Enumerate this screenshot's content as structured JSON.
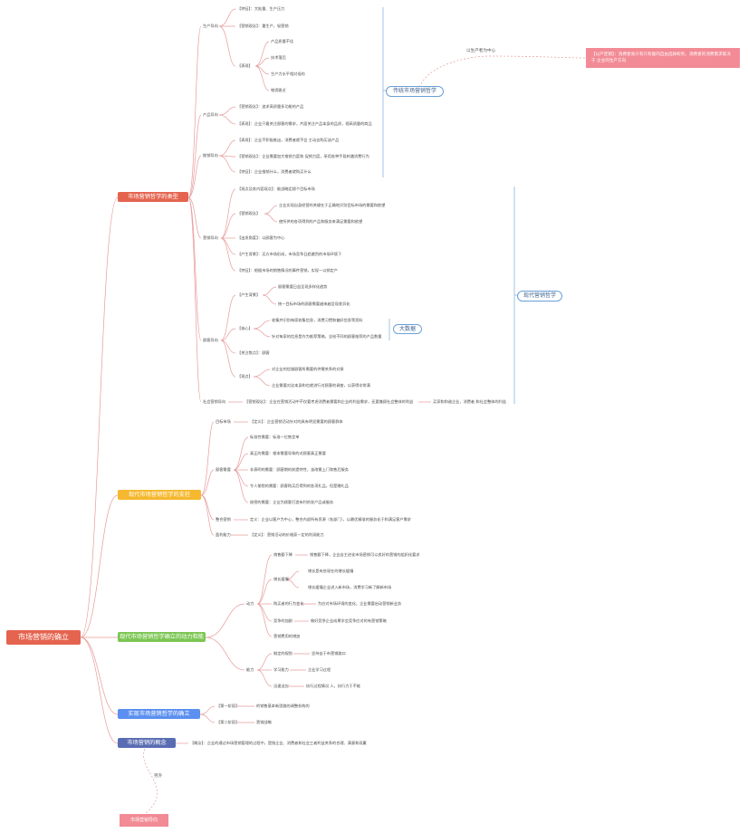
{
  "root": "市场营销的确立",
  "branches": {
    "b1": "市场营销哲学的类型",
    "b2": "现代市场营销哲学的支柱",
    "b3": "现代市场营销哲学确立的动力和能力",
    "b4": "实现市场营销哲学的确立",
    "b5": "市场营销的概念"
  },
  "traditional": {
    "label": "传统市场营销哲学",
    "producer_center": "以生产者为中心",
    "callout": "【以产定销】：消费者易只有只有能的自由选择权利，消费者的消费需求取决于 企业的生产方向",
    "production": {
      "label": "生产导向",
      "items": [
        "【特征】：大批量、生产压力",
        "【营销观念】：重生产，轻营销",
        "【表现】"
      ],
      "sub": [
        "产品质量不佳",
        "技术落后",
        "生产力水平相对低的",
        "物资匮乏"
      ]
    },
    "product": {
      "label": "产品导向",
      "items": [
        "【营销观念】：追求高质量多功能的产品",
        "【表现】：企业只看关注顾客的需求，片面关注产品本身的品质，视高质量的商品"
      ]
    },
    "selling": {
      "label": "推销导向",
      "items": [
        "【表现】：企业不积极推出，消费者就不会 主动去购买该产品",
        "【营销观念】：企业需要加大推销力度和 促销力度，采用各种手段刺激消费行为",
        "【特征】：企业推销什么，消费者就购买什么"
      ]
    }
  },
  "modern": {
    "label": "现代营销哲学",
    "big_data": "大数据",
    "marketing": {
      "label": "营销导向",
      "items": [
        "【观点及其内容观点】：能战略定顾个目标市场",
        "【营销观念】",
        "【出发角度】：以顾客为中心",
        "【产生背景】：买方市场形成，市场竞争日趋激烈的市场环境下",
        "【特征】：根据市场的销售情况的事件营销，实现一以销定产"
      ],
      "sub": [
        "企业实现自身经营的关键在于正确地识别目标市场的需要和欲望",
        "使所供的各项得到的产品和服务来满足需要和欲望"
      ]
    },
    "customer": {
      "label": "顾客导向",
      "items": [
        "【产生背景】",
        "【核心】",
        "【关注焦点】：顾客",
        "【观点】"
      ],
      "sub1": [
        "顾客需要日益呈现多样化趋势",
        "统一目标市场的顾客需要越来越呈现差异化"
      ],
      "sub2": [
        "收集并识别每家收集信息，消费习惯和偏好信息等资料",
        "针对每家的信息是作为推荐策略，全给不同的顾客推荐的产品数量"
      ],
      "sub3": [
        "对企业的信服顾客所需要的供需关系的对接",
        "企业需要对这本身和也就进行对顾客的调查，以获得非常满"
      ]
    },
    "social": {
      "label": "社会营销导向",
      "item": "【营销观念】：企业在营销活动中不仅要考虑消费者需要和企业的利益需求，还要兼顾社会整体的利益",
      "tail": "买家和和谐企业，消费者 和社会整体的利益"
    }
  },
  "pillars": {
    "target": {
      "label": "目标市场",
      "item": "【定义】：企业营销活动针对的具有明显需要的顾客群体"
    },
    "needs": {
      "label": "顾客需要",
      "items": [
        "标准性需要：标准一位售定单",
        "真正的需要：根本需要导致的对顾客真正需要",
        "非表明的需要：顾客期的前提特性，该改需上门和售后服务",
        "令人愉悦的需要：顾客购买后得到的各项礼品，但是赠礼品",
        "秘密的需要：企业为顾客打造有利的发产品或服务"
      ]
    },
    "integrated": {
      "label": "整合营销",
      "item": "定义：企业以客户为中心，整合内部所有资源（各部门），以最优精准的服务化于和满足客户需求"
    },
    "profit": {
      "label": "盈利能力",
      "item": "【定义】：营销活动的价格获一定的利润能力"
    }
  },
  "drivers": {
    "power": {
      "label": "动力",
      "items": [
        "销售额下降",
        "增长缓慢",
        "购买者的行为变化",
        "竞争的加剧",
        "营销费用的增加"
      ],
      "sales_drop": "销售额下降，企业自主进化市场营销可以良好的营销的组织化要求",
      "growth": [
        "增长是有些现在的增长缓慢",
        "增长缓慢企业进入新市场，消费学习新了解新市场"
      ],
      "behavior": "为应对市场环境的变化，企业需要启动营销新业务",
      "competition": "做好竞争企业成果学会竞争应对的有营销策略"
    },
    "ability": {
      "label": "能力",
      "items": [
        "制定的规划",
        "学习能力",
        "迅速适应"
      ],
      "plan": "坚持自于市营销路口",
      "learn": "企业学习过程",
      "adapt": "执行过程情况 人，执行力于不能"
    }
  },
  "realize": {
    "items": [
      "【第一阶段】",
      "【第二阶段】"
    ],
    "tail1": "的销售基本新思路的调整机构的",
    "tail2": "营销战略"
  },
  "concept": {
    "item": "【概念】：企业的通过市场营销管理的过程中，是指企业、消费者和社会三者利益关系的合理、满意和双赢"
  },
  "extra": {
    "separate": "另外",
    "box": "市场营销导向"
  }
}
